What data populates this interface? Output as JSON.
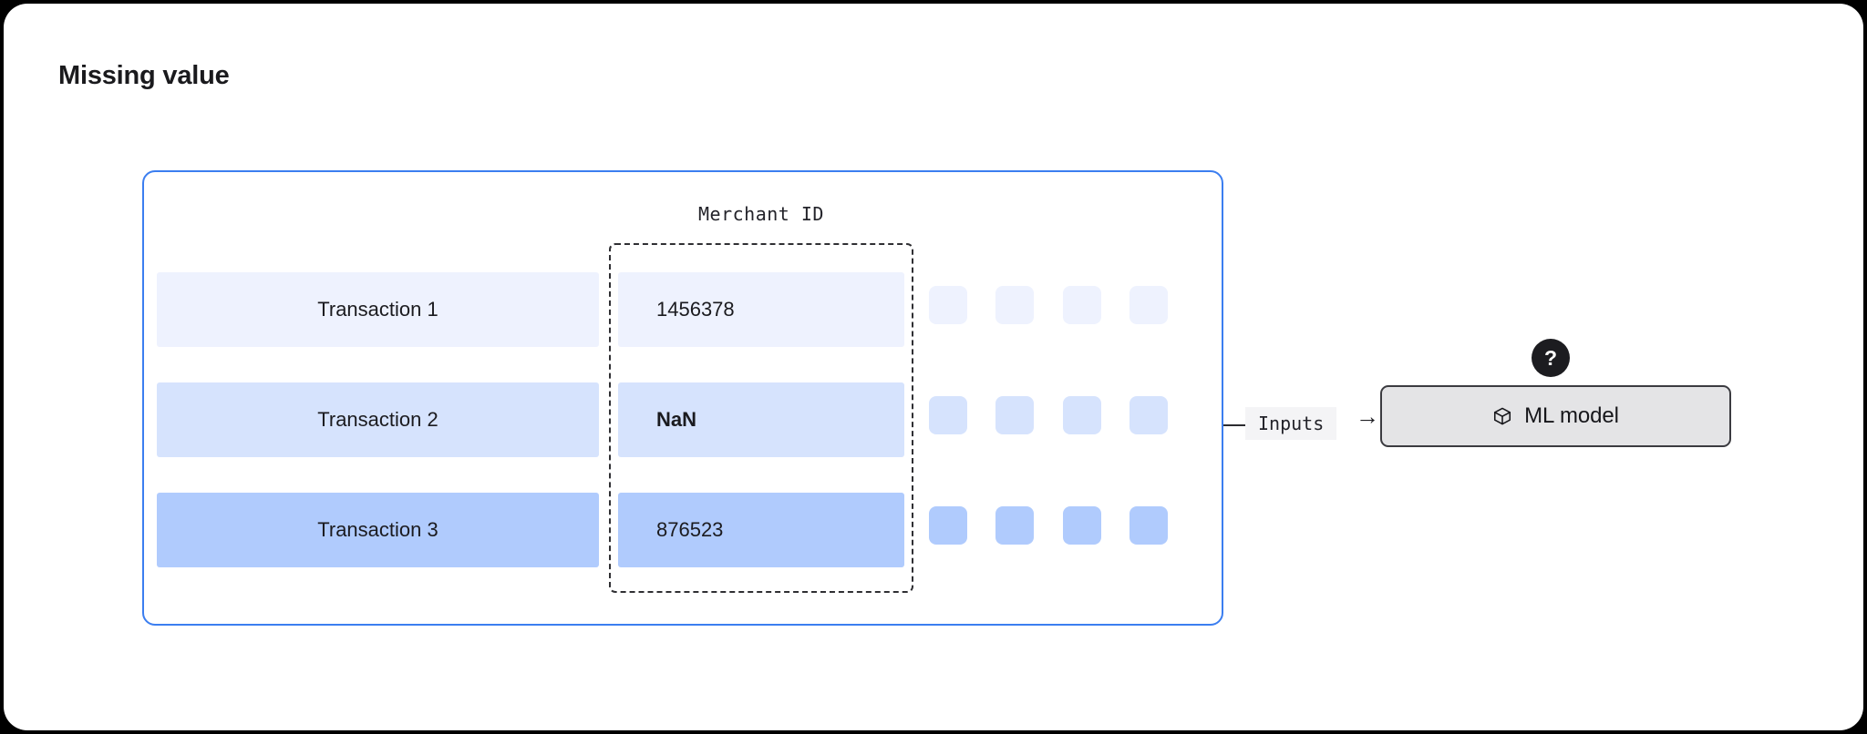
{
  "page": {
    "title": "Missing value"
  },
  "table": {
    "column_header": "Merchant ID",
    "rows": [
      {
        "label": "Transaction 1",
        "value": "1456378",
        "missing": false,
        "row_color": "#eef2fe",
        "chip_color": "#eef2fe"
      },
      {
        "label": "Transaction 2",
        "value": "NaN",
        "missing": true,
        "row_color": "#d6e3fd",
        "chip_color": "#d6e3fd"
      },
      {
        "label": "Transaction 3",
        "value": "876523",
        "missing": false,
        "row_color": "#b0cbfd",
        "chip_color": "#b0cbfd"
      }
    ],
    "chips_per_row": 4
  },
  "flow": {
    "inputs_label": "Inputs",
    "arrow": "→",
    "model_label": "ML model",
    "model_icon": "cube-icon",
    "badge_label": "?"
  },
  "colors": {
    "panel_border": "#3b7ef0",
    "highlight_border": "#2f2f33",
    "model_fill": "#e4e4e6",
    "model_border": "#3b3b40",
    "badge_fill": "#1c1c20",
    "inputs_pill_fill": "#f4f4f6"
  }
}
